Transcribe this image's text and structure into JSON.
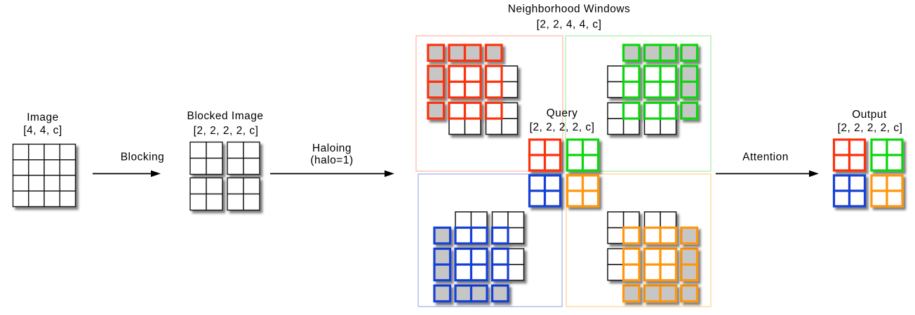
{
  "labels": {
    "image": {
      "title": "Image",
      "shape": "[4, 4, c]"
    },
    "blocking": {
      "title": "Blocking"
    },
    "blocked_image": {
      "title": "Blocked Image",
      "shape": "[2, 2, 2, 2, c]"
    },
    "haloing": {
      "title": "Haloing",
      "detail": "(halo=1)"
    },
    "neighborhood_windows": {
      "title": "Neighborhood Windows",
      "shape": "[2, 2, 4, 4, c]"
    },
    "query": {
      "title": "Query",
      "shape": "[2, 2, 2, 2, c]"
    },
    "attention": {
      "title": "Attention"
    },
    "output": {
      "title": "Output",
      "shape": "[2, 2, 2, 2, c]"
    }
  },
  "colors": {
    "red": "#fb3307",
    "green": "#09d509",
    "blue": "#1540d5",
    "orange": "#ff9608",
    "red_light": "#ffb4a2",
    "green_light": "#a5eda5",
    "blue_light": "#9fadea",
    "orange_light": "#ffd18c",
    "gray_fill": "#c6c6c6",
    "cell_white": "#ffffff",
    "line_black": "#151515",
    "text_black": "#000000"
  },
  "image_grid": {
    "rows": 4,
    "cols": 4
  },
  "blocked_image": {
    "block_rows": 2,
    "block_cols": 2,
    "cells_per_block": 2
  },
  "windows": [
    {
      "id": "top-left",
      "color": "red",
      "flip_x": false,
      "flip_y": false
    },
    {
      "id": "top-right",
      "color": "green",
      "flip_x": true,
      "flip_y": false
    },
    {
      "id": "bottom-left",
      "color": "blue",
      "flip_x": false,
      "flip_y": true
    },
    {
      "id": "bottom-right",
      "color": "orange",
      "flip_x": true,
      "flip_y": true
    }
  ],
  "window_template": {
    "grid_size": 5,
    "groups": [
      [
        [
          0,
          0,
          "g",
          "w"
        ]
      ],
      [
        [
          1,
          0,
          "g",
          "w"
        ],
        [
          2,
          0,
          "g",
          "w"
        ]
      ],
      [
        [
          3,
          0,
          "g",
          "w"
        ]
      ],
      [
        [
          0,
          1,
          "g",
          "w"
        ],
        [
          0,
          2,
          "g",
          "w"
        ]
      ],
      [
        [
          1,
          1,
          "w",
          "w"
        ],
        [
          2,
          1,
          "w",
          "w"
        ],
        [
          1,
          2,
          "w",
          "w"
        ],
        [
          2,
          2,
          "w",
          "w"
        ]
      ],
      [
        [
          3,
          1,
          "w",
          "w"
        ],
        [
          4,
          1,
          "w",
          "k"
        ],
        [
          3,
          2,
          "w",
          "w"
        ],
        [
          4,
          2,
          "w",
          "k"
        ]
      ],
      [
        [
          0,
          3,
          "g",
          "w"
        ]
      ],
      [
        [
          1,
          3,
          "w",
          "w"
        ],
        [
          2,
          3,
          "w",
          "w"
        ],
        [
          1,
          4,
          "w",
          "k"
        ],
        [
          2,
          4,
          "w",
          "k"
        ]
      ],
      [
        [
          3,
          3,
          "w",
          "w"
        ],
        [
          4,
          3,
          "w",
          "k"
        ],
        [
          3,
          4,
          "w",
          "k"
        ],
        [
          4,
          4,
          "w",
          "k"
        ]
      ]
    ]
  },
  "query_blocks": [
    {
      "color": "red"
    },
    {
      "color": "green"
    },
    {
      "color": "blue"
    },
    {
      "color": "orange"
    }
  ],
  "output_blocks": [
    {
      "color": "red"
    },
    {
      "color": "green"
    },
    {
      "color": "blue"
    },
    {
      "color": "orange"
    }
  ]
}
